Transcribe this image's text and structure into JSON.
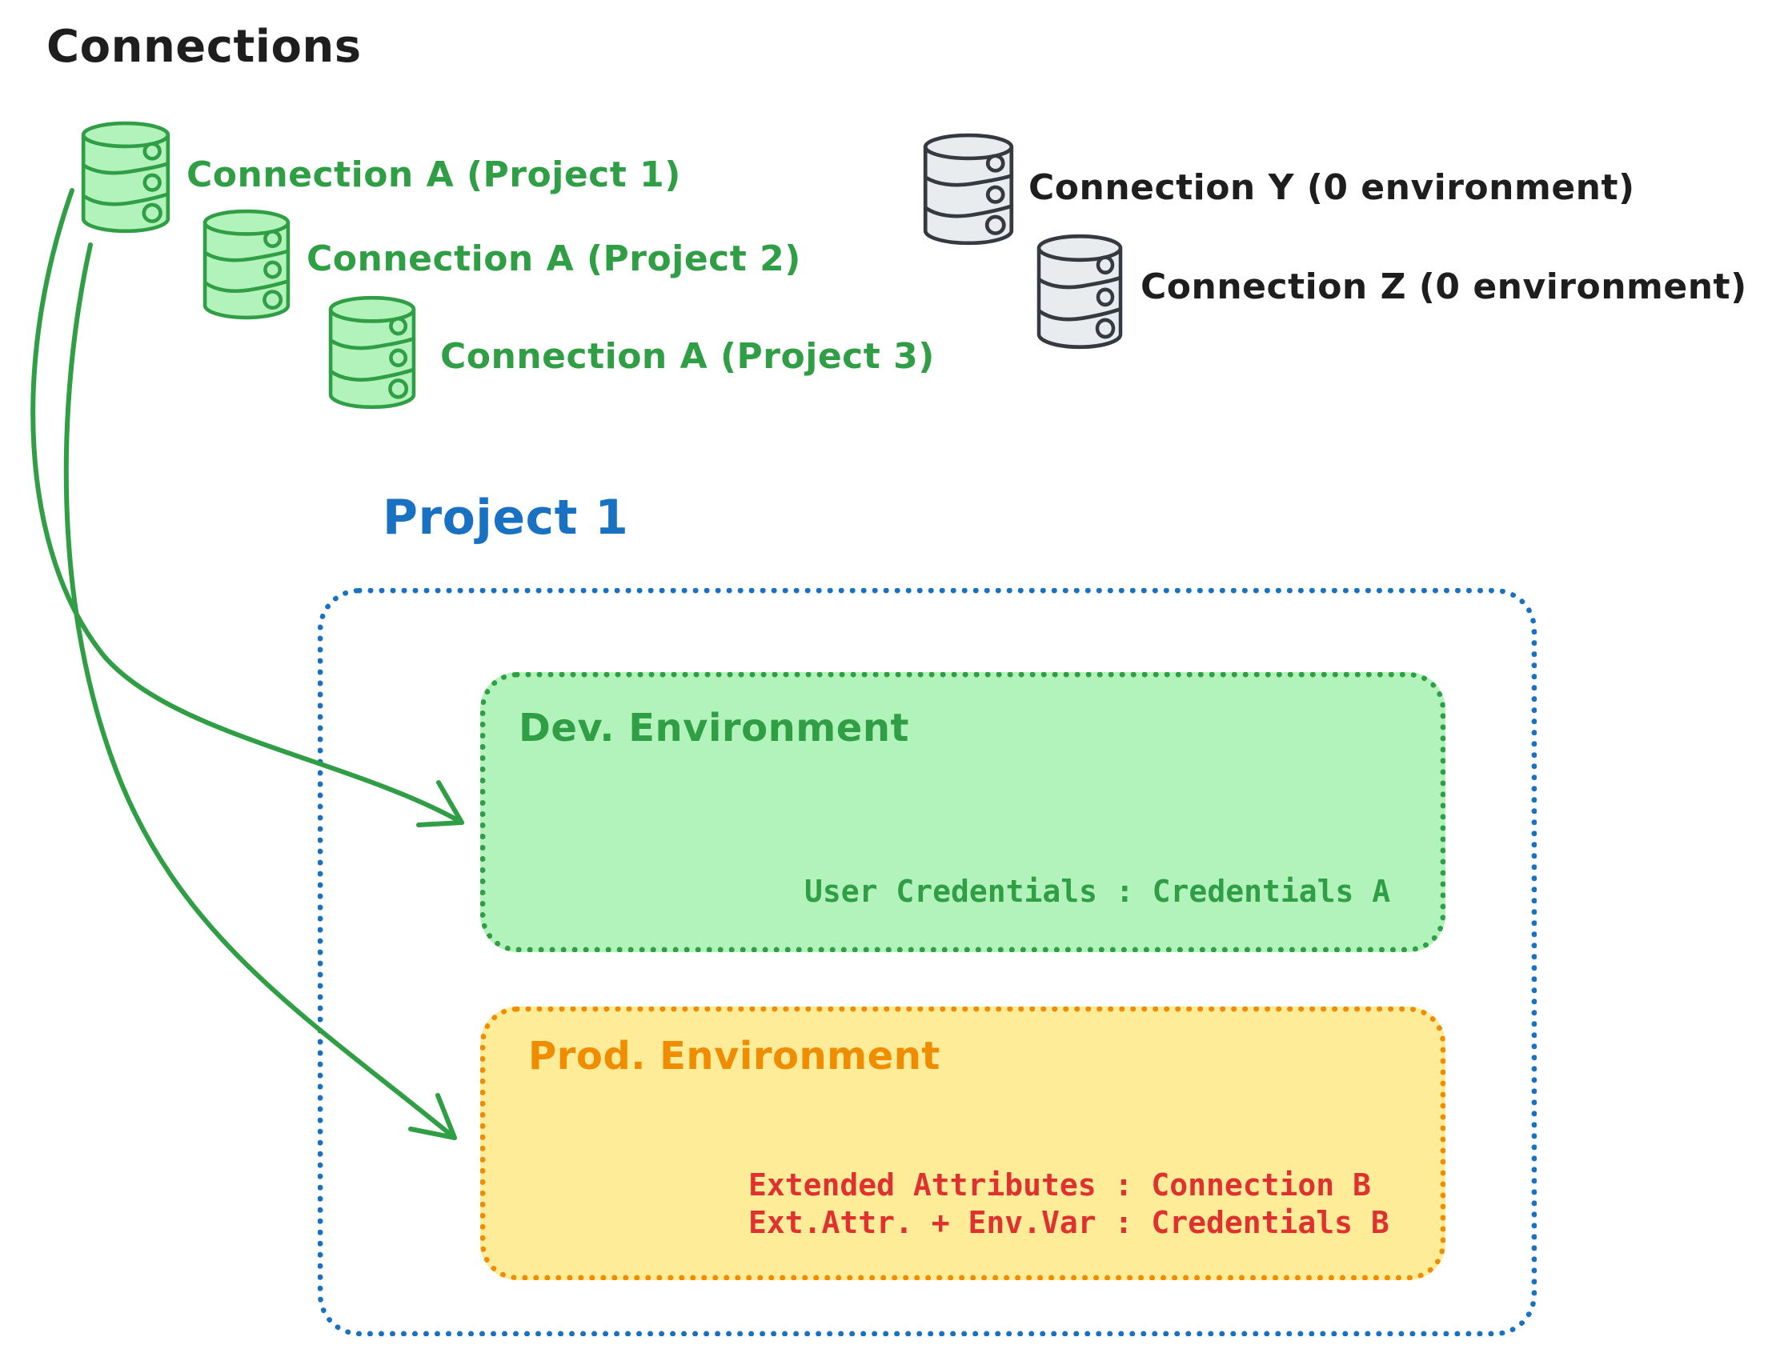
{
  "colors": {
    "black": "#1e1e1e",
    "green": "#2f9e44",
    "green_fill": "#b2f2bb",
    "gray": "#343a40",
    "gray_fill": "#e9ecef",
    "blue": "#1971c2",
    "orange": "#f08c00",
    "orange_fill": "#ffec99",
    "red": "#e03131"
  },
  "title": "Connections",
  "green_connections": [
    {
      "label": "Connection A (Project 1)"
    },
    {
      "label": "Connection A (Project 2)"
    },
    {
      "label": "Connection A (Project 3)"
    }
  ],
  "gray_connections": [
    {
      "label": "Connection Y (0 environment)"
    },
    {
      "label": "Connection Z (0 environment)"
    }
  ],
  "project": {
    "label": "Project 1",
    "dev_environment": {
      "title": "Dev. Environment",
      "credentials_line": "User Credentials : Credentials A"
    },
    "prod_environment": {
      "title": "Prod. Environment",
      "line1": "Extended Attributes : Connection B",
      "line2": "Ext.Attr. + Env.Var : Credentials B"
    }
  }
}
